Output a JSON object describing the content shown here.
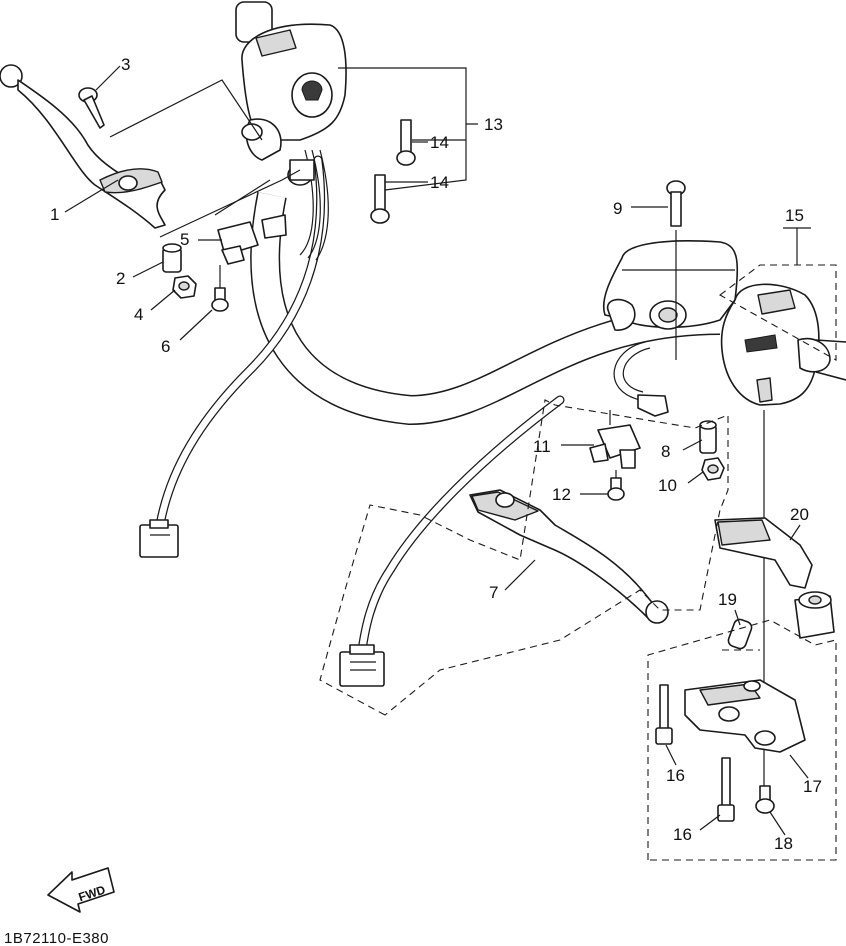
{
  "diagram_code": "1B72110-E380",
  "fwd_label": "FWD",
  "part_numbers": [
    "1",
    "2",
    "3",
    "4",
    "5",
    "6",
    "7",
    "8",
    "9",
    "10",
    "11",
    "12",
    "13",
    "14",
    "14",
    "15",
    "16",
    "16",
    "17",
    "18",
    "19",
    "20"
  ],
  "colors": {
    "line": "#1a1a1a",
    "background": "#ffffff",
    "shade": "#d9d9d9"
  }
}
